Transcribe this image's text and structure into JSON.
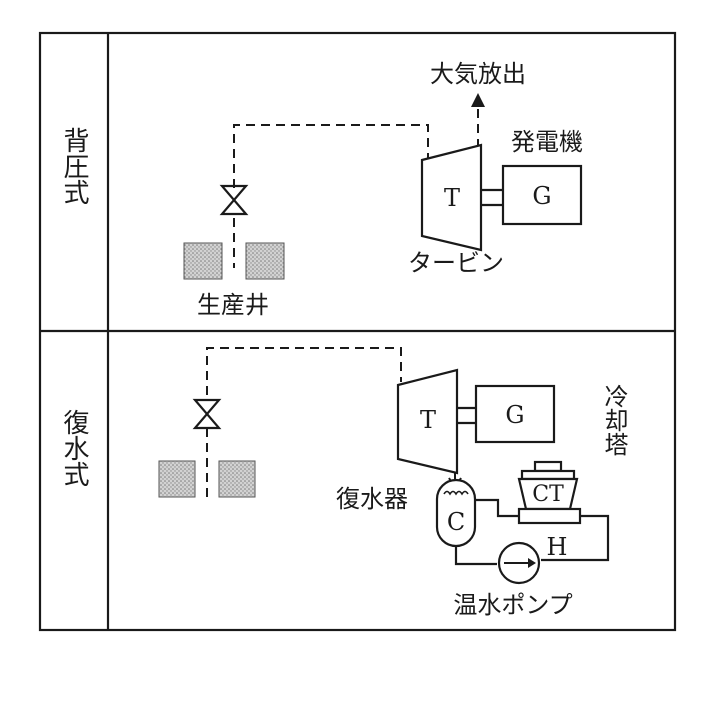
{
  "rows": {
    "backpressure": {
      "label": "背圧式",
      "vent_label": "大気放出",
      "generator_label": "発電機",
      "turbine_label": "タービン",
      "well_label": "生産井",
      "turbine_symbol": "T",
      "generator_symbol": "G"
    },
    "condensing": {
      "label": "復水式",
      "turbine_symbol": "T",
      "generator_symbol": "G",
      "cooling_tower_label": "冷却塔",
      "cooling_tower_symbol": "CT",
      "condenser_label": "復水器",
      "condenser_symbol": "C",
      "hotwell_symbol": "H",
      "pump_label": "温水ポンプ"
    }
  }
}
